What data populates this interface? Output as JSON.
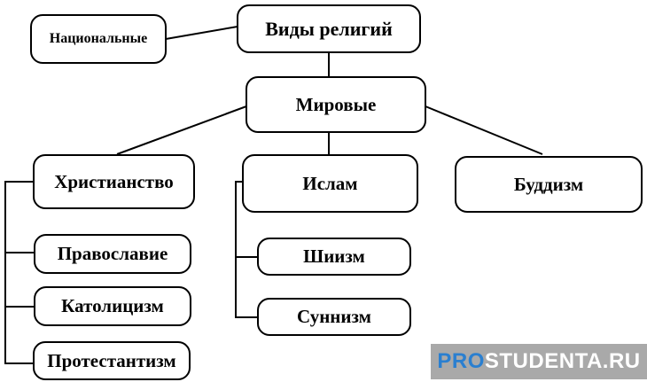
{
  "nodes": {
    "root": "Виды религий",
    "national": "Национальные",
    "world": "Мировые",
    "christianity": "Христианство",
    "islam": "Ислам",
    "buddhism": "Буддизм",
    "orthodoxy": "Православие",
    "catholicism": "Католицизм",
    "protestantism": "Протестантизм",
    "shiism": "Шиизм",
    "sunnism": "Суннизм"
  },
  "watermark": {
    "part1": "PRO",
    "part2": "STUDENTA.RU"
  },
  "colors": {
    "stroke": "#000000",
    "watermark_bg": "#a9a9a9",
    "watermark_accent": "#2a7fd0"
  }
}
